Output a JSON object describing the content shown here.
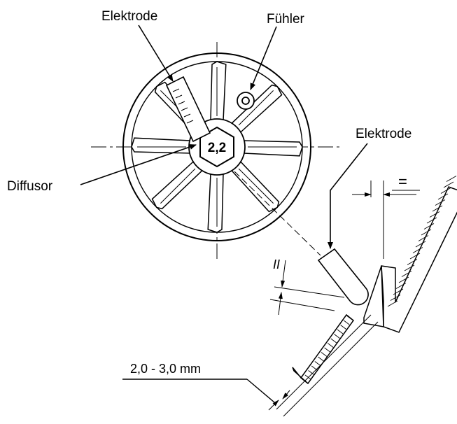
{
  "labels": {
    "electrode_top": "Elektrode",
    "sensor": "Fühler",
    "electrode_right": "Elektrode",
    "diffusor": "Diffusor",
    "hex_size": "2,2",
    "gap_dimension": "2,0 - 3,0 mm",
    "equal_sign": "=",
    "parallel_mark": "II"
  },
  "colors": {
    "line": "#000000",
    "background": "#ffffff"
  }
}
